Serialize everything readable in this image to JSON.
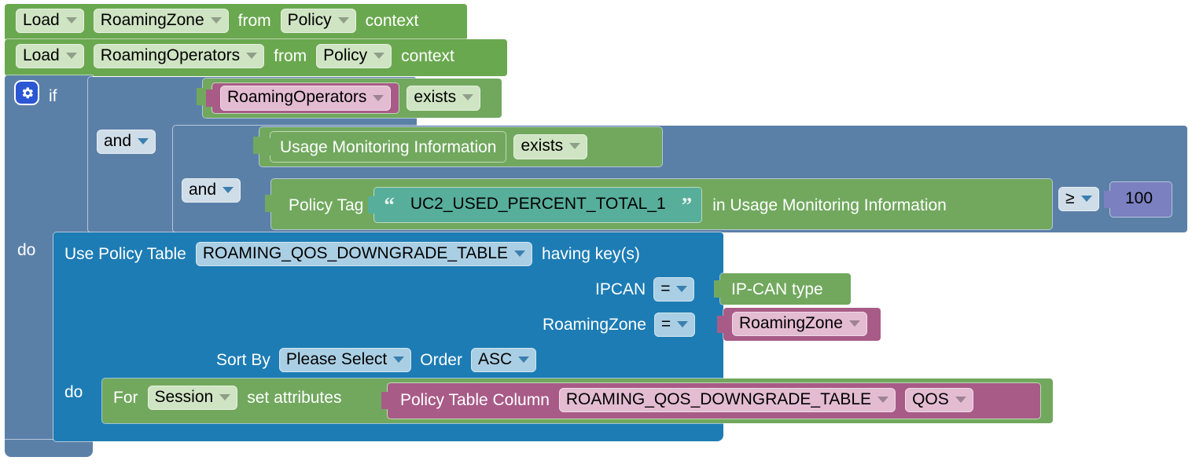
{
  "workspace": {
    "name": "blockly-policy-rule-workspace",
    "background": "#ffffff",
    "colors": {
      "load_block_green": "#6aa84f",
      "condition_green": "#71a85e",
      "logic_slate": "#5b80a8",
      "policy_table_blue": "#1d7cb4",
      "variable_pink": "#a85b87",
      "string_teal": "#57ae9b",
      "number_purple": "#7a80c0"
    }
  },
  "load_statements": [
    {
      "verb": "Load",
      "variable": "RoamingZone",
      "from_label": "from",
      "context": "Policy",
      "context_suffix": "context"
    },
    {
      "verb": "Load",
      "variable": "RoamingOperators",
      "from_label": "from",
      "context": "Policy",
      "context_suffix": "context"
    }
  ],
  "if_block": {
    "gear_icon": "gear-icon",
    "if_label": "if",
    "do_label": "do",
    "operators": [
      "and",
      "and"
    ],
    "conditions": [
      {
        "variable": "RoamingOperators",
        "predicate": "exists"
      },
      {
        "subject": "Usage Monitoring Information",
        "predicate": "exists"
      },
      {
        "prefix": "Policy Tag",
        "quote_open": "“",
        "tag_value": "UC2_USED_PERCENT_TOTAL_1",
        "quote_close": "”",
        "suffix": "in Usage Monitoring Information",
        "comparison": "≥",
        "number": "100"
      }
    ]
  },
  "policy_table_block": {
    "use_label": "Use Policy Table",
    "table": "ROAMING_QOS_DOWNGRADE_TABLE",
    "having_keys_label": "having key(s)",
    "keys": [
      {
        "name": "IPCAN",
        "operator": "=",
        "value": "IP-CAN type",
        "value_kind": "green"
      },
      {
        "name": "RoamingZone",
        "operator": "=",
        "value": "RoamingZone",
        "value_kind": "pink"
      }
    ],
    "sort_by_label": "Sort By",
    "sort_by_value": "Please Select",
    "order_label": "Order",
    "order_value": "ASC",
    "do_label": "do"
  },
  "set_attributes_block": {
    "for_label": "For",
    "target": "Session",
    "set_label": "set attributes",
    "column_label": "Policy Table Column",
    "column_table": "ROAMING_QOS_DOWNGRADE_TABLE",
    "column_name": "QOS"
  }
}
